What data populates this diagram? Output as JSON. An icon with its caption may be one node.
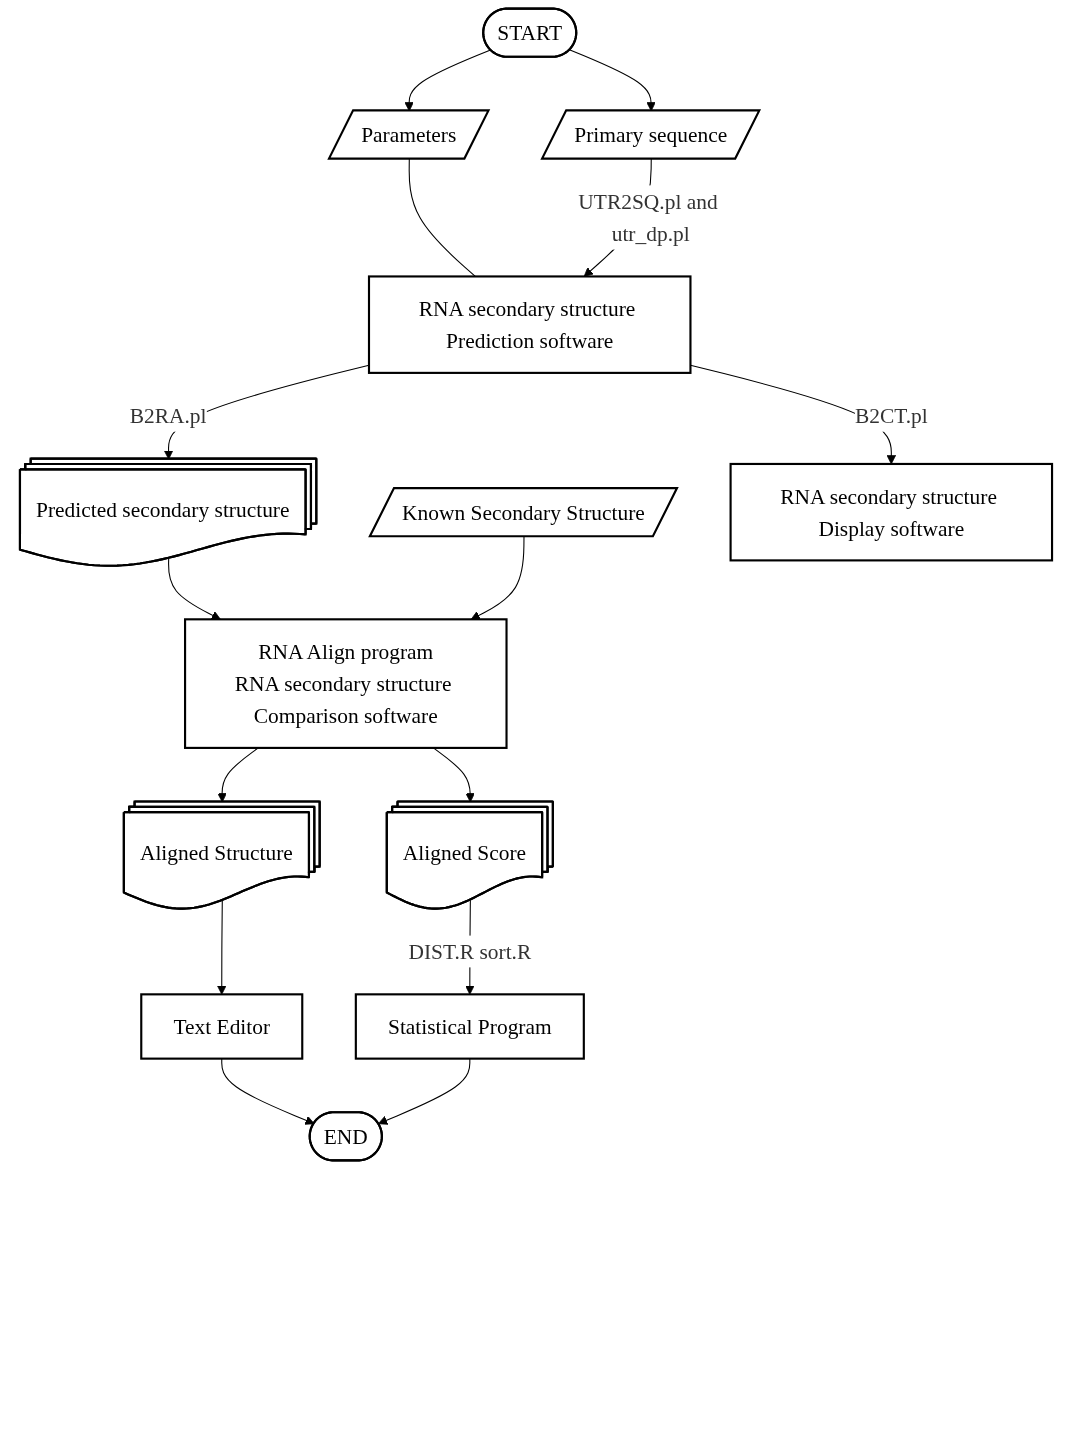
{
  "diagram": {
    "nodes": [
      {
        "text": [
          "START"
        ]
      },
      {
        "text": [
          "Known Secondary Structure"
        ]
      },
      {
        "text": [
          "Parameters"
        ]
      },
      {
        "text": [
          "Primary sequence"
        ]
      },
      {
        "text": [
          "RNA secondary structure Prediction software"
        ]
      },
      {
        "text": [
          "Predicted secondary structure"
        ]
      },
      {
        "text": [
          "RNA Align program",
          "RNA secondary structure Comparison software"
        ]
      },
      {
        "text": [
          "RNA secondary structure Display software"
        ]
      },
      {
        "text": [
          "Aligned Structure"
        ]
      },
      {
        "text": [
          "Aligned Score"
        ]
      },
      {
        "text": [
          "Text Editor"
        ]
      },
      {
        "text": [
          "Statistical Program"
        ]
      },
      {
        "text": [
          "END"
        ]
      }
    ],
    "edges": [
      {
        "from": 0,
        "to": 2,
        "arrow": "to"
      },
      {
        "from": 0,
        "to": 3,
        "arrow": "to"
      },
      {
        "from": 2,
        "to": 4,
        "arrow": "none"
      },
      {
        "from": 3,
        "to": 4,
        "arrow": "to",
        "label": "UTR2SQ.pl and utr_dp.pl"
      },
      {
        "from": 4,
        "to": 5,
        "arrow": "to",
        "label": "B2RA.pl"
      },
      {
        "from": 4,
        "to": 7,
        "arrow": "to",
        "label": "B2CT.pl"
      },
      {
        "from": 5,
        "to": 6,
        "arrow": "to"
      },
      {
        "from": 1,
        "to": 6,
        "arrow": "to"
      },
      {
        "from": 6,
        "to": 8,
        "arrow": "to"
      },
      {
        "from": 6,
        "to": 9,
        "arrow": "to"
      },
      {
        "from": 8,
        "to": 10,
        "arrow": "to"
      },
      {
        "from": 9,
        "to": 11,
        "arrow": "to",
        "label": "DIST.R sort.R"
      },
      {
        "from": 10,
        "to": 12,
        "arrow": "to"
      },
      {
        "from": 11,
        "to": 12,
        "arrow": "to"
      }
    ]
  }
}
